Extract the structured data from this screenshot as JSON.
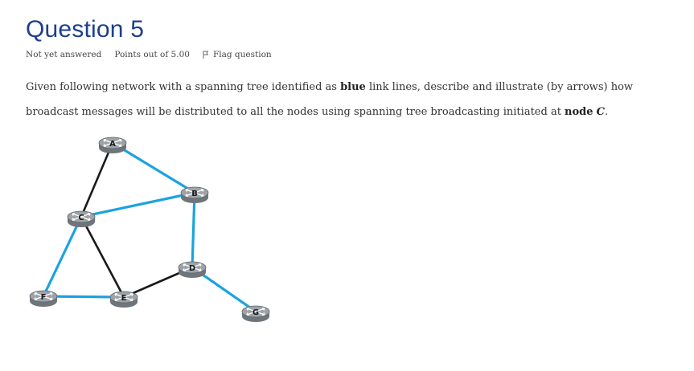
{
  "question": {
    "title": "Question 5",
    "status": "Not yet answered",
    "points": "Points out of 5.00",
    "flag_label": "Flag question"
  },
  "text": {
    "part1": "Given following network with a spanning tree identified as ",
    "bold1": "blue",
    "part2": " link lines, describe and illustrate (by arrows) how broadcast messages will be distributed to all the nodes using spanning tree broadcasting initiated at ",
    "bold2": "node",
    "bold3": "C",
    "end": "."
  },
  "network": {
    "nodes": [
      "A",
      "B",
      "C",
      "D",
      "E",
      "F",
      "G"
    ],
    "links": [
      {
        "from": "A",
        "to": "C",
        "color": "black"
      },
      {
        "from": "A",
        "to": "B",
        "color": "blue"
      },
      {
        "from": "C",
        "to": "B",
        "color": "blue"
      },
      {
        "from": "C",
        "to": "F",
        "color": "blue"
      },
      {
        "from": "C",
        "to": "E",
        "color": "black"
      },
      {
        "from": "F",
        "to": "E",
        "color": "blue"
      },
      {
        "from": "E",
        "to": "D",
        "color": "black"
      },
      {
        "from": "B",
        "to": "D",
        "color": "blue"
      },
      {
        "from": "D",
        "to": "G",
        "color": "blue"
      }
    ],
    "colors": {
      "blue": "#1aa3e0",
      "black": "#1a1a1a",
      "router": "#9da3a8"
    }
  }
}
